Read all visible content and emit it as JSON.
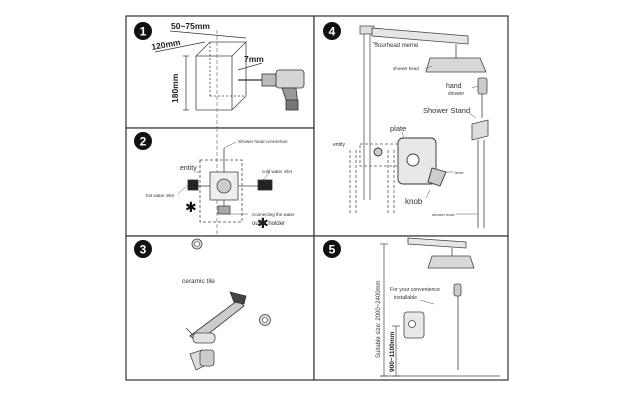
{
  "panels": [
    {
      "number": "1",
      "labels": {
        "width": "50~75mm",
        "depth": "120mm",
        "height": "180mm",
        "drill": "7mm"
      }
    },
    {
      "number": "2",
      "labels": {
        "shower_head_connection": "Shower head connection",
        "entity": "entity",
        "cold_water_inlet": "cold water inlet",
        "hot_water_inlet": "hot water inlet",
        "connecting_outlet": "Connecting the water",
        "outlet_holder": "outlet holder"
      }
    },
    {
      "number": "3",
      "labels": {
        "ceramic_tile": "ceramic tile"
      }
    },
    {
      "number": "4",
      "labels": {
        "sourhead_meme": "Sourhead meme",
        "shower_head": "shower head",
        "hand": "hand",
        "shower": "shower",
        "shower_stand": "Shower Stand",
        "plate": "plate",
        "entity": "entity",
        "lever": "lever",
        "knob": "knob",
        "shower_hose": "shower hose"
      }
    },
    {
      "number": "5",
      "labels": {
        "convenience_line1": "For your convenience",
        "convenience_line2": "installable",
        "suitable_size": "Suitable size: 2000~2400mm",
        "lower_height": "900~1100mm"
      }
    }
  ]
}
